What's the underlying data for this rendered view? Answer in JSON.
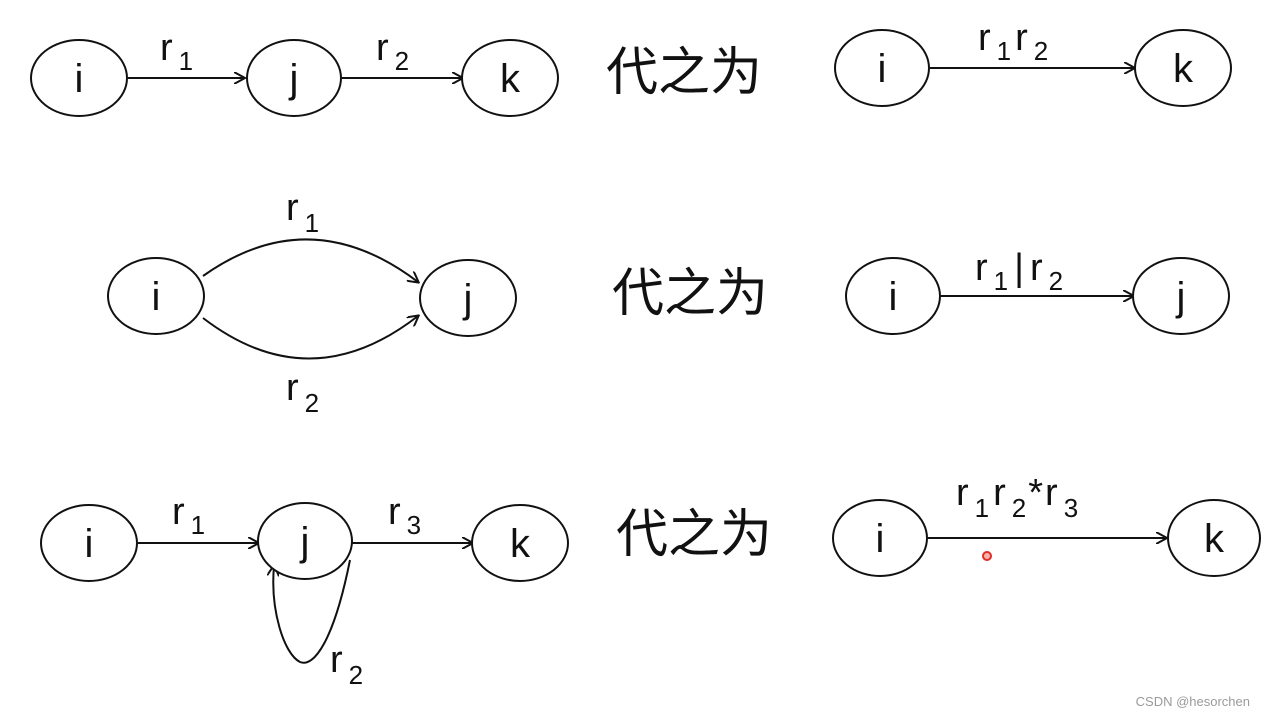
{
  "rows": [
    {
      "transform_word": "代之为",
      "before": {
        "nodes": [
          "i",
          "j",
          "k"
        ],
        "edges": [
          {
            "base": "r",
            "sub": "1"
          },
          {
            "base": "r",
            "sub": "2"
          }
        ]
      },
      "after": {
        "nodes": [
          "i",
          "k"
        ],
        "label_parts": [
          {
            "base": "r",
            "sub": "1"
          },
          {
            "base": "r",
            "sub": "2"
          }
        ]
      }
    },
    {
      "transform_word": "代之为",
      "before": {
        "nodes": [
          "i",
          "j"
        ],
        "edges": [
          {
            "base": "r",
            "sub": "1"
          },
          {
            "base": "r",
            "sub": "2"
          }
        ]
      },
      "after": {
        "nodes": [
          "i",
          "j"
        ],
        "label_parts": [
          {
            "base": "r",
            "sub": "1"
          },
          {
            "base": "|",
            "sub": ""
          },
          {
            "base": "r",
            "sub": "2"
          }
        ]
      }
    },
    {
      "transform_word": "代之为",
      "before": {
        "nodes": [
          "i",
          "j",
          "k"
        ],
        "edges": [
          {
            "base": "r",
            "sub": "1"
          },
          {
            "base": "r",
            "sub": "3"
          }
        ],
        "loop": {
          "base": "r",
          "sub": "2"
        }
      },
      "after": {
        "nodes": [
          "i",
          "k"
        ],
        "label_parts": [
          {
            "base": "r",
            "sub": "1"
          },
          {
            "base": "r",
            "sub": "2"
          },
          {
            "base": "*",
            "sub": ""
          },
          {
            "base": "r",
            "sub": "3"
          }
        ]
      }
    }
  ],
  "watermark": "CSDN @hesorchen"
}
